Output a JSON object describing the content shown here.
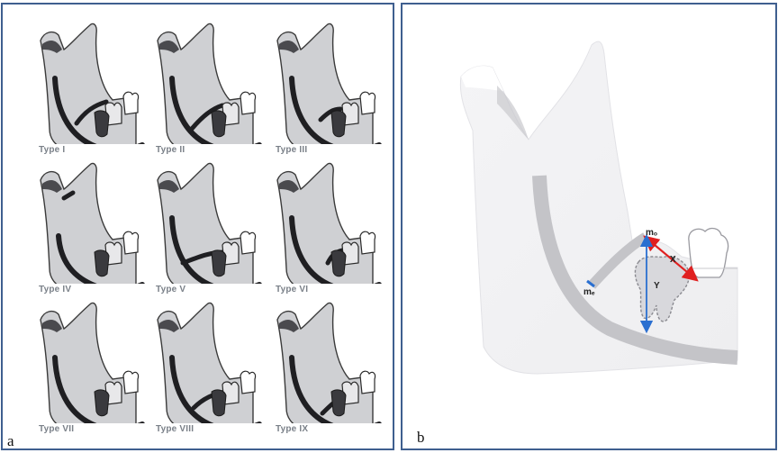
{
  "panel_a": {
    "letter": "a",
    "types": [
      "Type I",
      "Type II",
      "Type III",
      "Type IV",
      "Type V",
      "Type VI",
      "Type VII",
      "Type VIII",
      "Type IX"
    ]
  },
  "panel_b": {
    "letter": "b",
    "labels": {
      "mo": "mₒ",
      "me": "mₑ",
      "x": "X",
      "y": "Y"
    }
  },
  "colors": {
    "border": "#3f5f8f",
    "arrow_red": "#e02020",
    "arrow_blue": "#2a6fd0"
  }
}
